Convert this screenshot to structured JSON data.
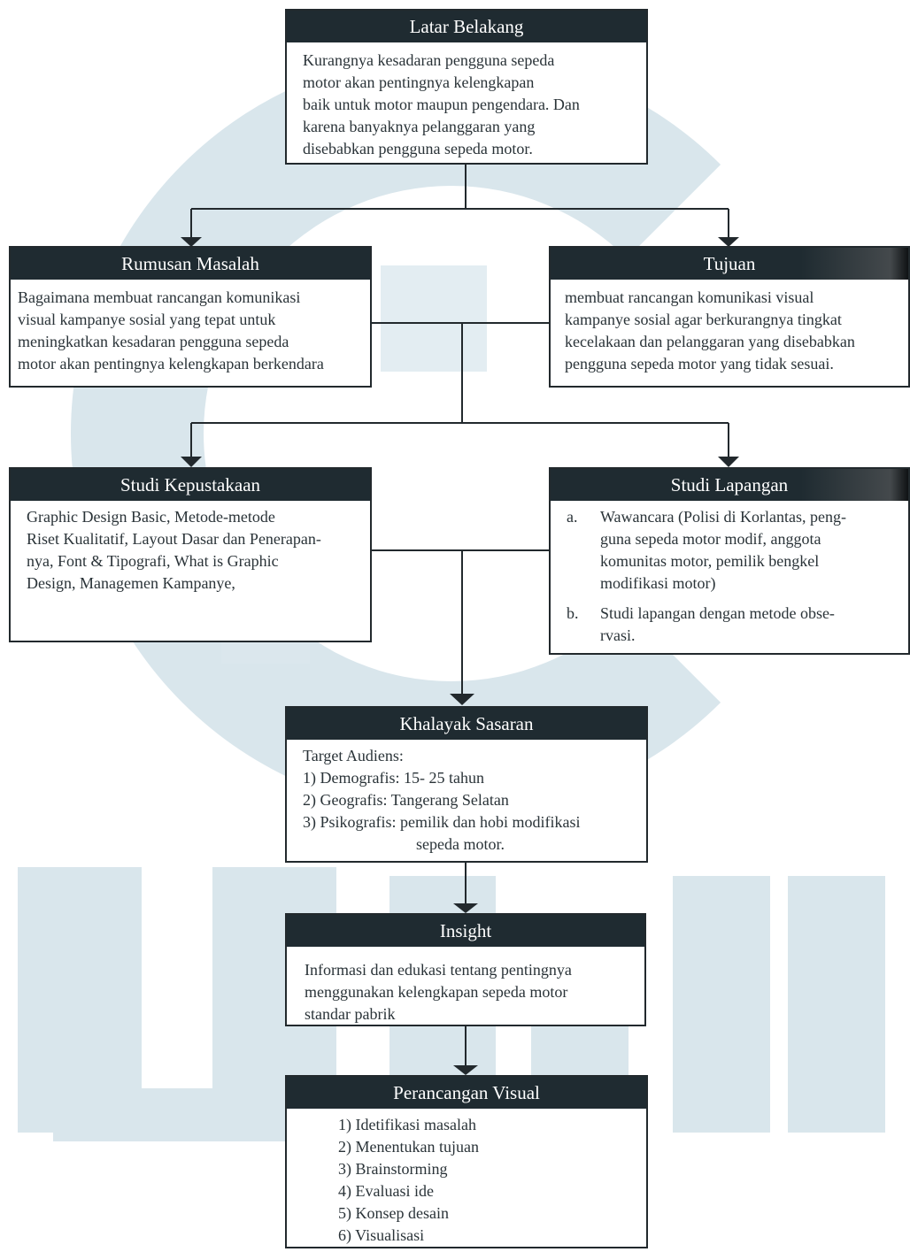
{
  "latar_belakang": {
    "title": "Latar Belakang",
    "lines": [
      "Kurangnya kesadaran pengguna sepeda",
      "motor akan pentingnya kelengkapan",
      "baik untuk motor maupun pengendara. Dan",
      "karena banyaknya pelanggaran yang",
      "disebabkan pengguna sepeda motor."
    ]
  },
  "rumusan_masalah": {
    "title": "Rumusan Masalah",
    "lines": [
      "Bagaimana membuat rancangan komunikasi",
      "visual kampanye sosial yang tepat untuk",
      "meningkatkan kesadaran pengguna sepeda",
      "motor akan pentingnya kelengkapan berkendara"
    ]
  },
  "tujuan": {
    "title": "Tujuan",
    "lines": [
      "membuat rancangan komunikasi visual",
      "kampanye sosial agar berkurangnya tingkat",
      "kecelakaan dan pelanggaran yang disebabkan",
      "pengguna sepeda motor yang tidak sesuai."
    ]
  },
  "studi_kepustakaan": {
    "title": "Studi Kepustakaan",
    "lines": [
      "Graphic Design Basic, Metode-metode",
      "Riset Kualitatif, Layout Dasar dan Penerapan-",
      "nya, Font & Tipografi, What is Graphic",
      "Design, Managemen Kampanye,"
    ]
  },
  "studi_lapangan": {
    "title": "Studi Lapangan",
    "items": [
      {
        "marker": "a.",
        "lines": [
          "Wawancara (Polisi  di Korlantas, peng-",
          "guna sepeda motor modif, anggota",
          "komunitas motor, pemilik bengkel",
          "modifikasi motor)"
        ]
      },
      {
        "marker": "b.",
        "lines": [
          "Studi lapangan dengan metode obse-",
          "rvasi."
        ]
      }
    ]
  },
  "khalayak_sasaran": {
    "title": "Khalayak Sasaran",
    "lines": [
      "Target Audiens:",
      "1) Demografis: 15- 25 tahun",
      "2) Geografis: Tangerang Selatan",
      "3) Psikografis: pemilik dan hobi modifikasi",
      "sepeda motor."
    ]
  },
  "insight": {
    "title": "Insight",
    "lines": [
      "Informasi dan edukasi tentang pentingnya",
      "menggunakan kelengkapan sepeda motor",
      "standar pabrik"
    ]
  },
  "perancangan_visual": {
    "title": "Perancangan Visual",
    "lines": [
      "1) Idetifikasi masalah",
      "2) Menentukan tujuan",
      "3) Brainstorming",
      "4) Evaluasi ide",
      "5) Konsep desain",
      "6) Visualisasi"
    ]
  },
  "colors": {
    "header_bg": "#1f2b31",
    "border": "#22292d",
    "watermark": "#d9e6ec"
  }
}
